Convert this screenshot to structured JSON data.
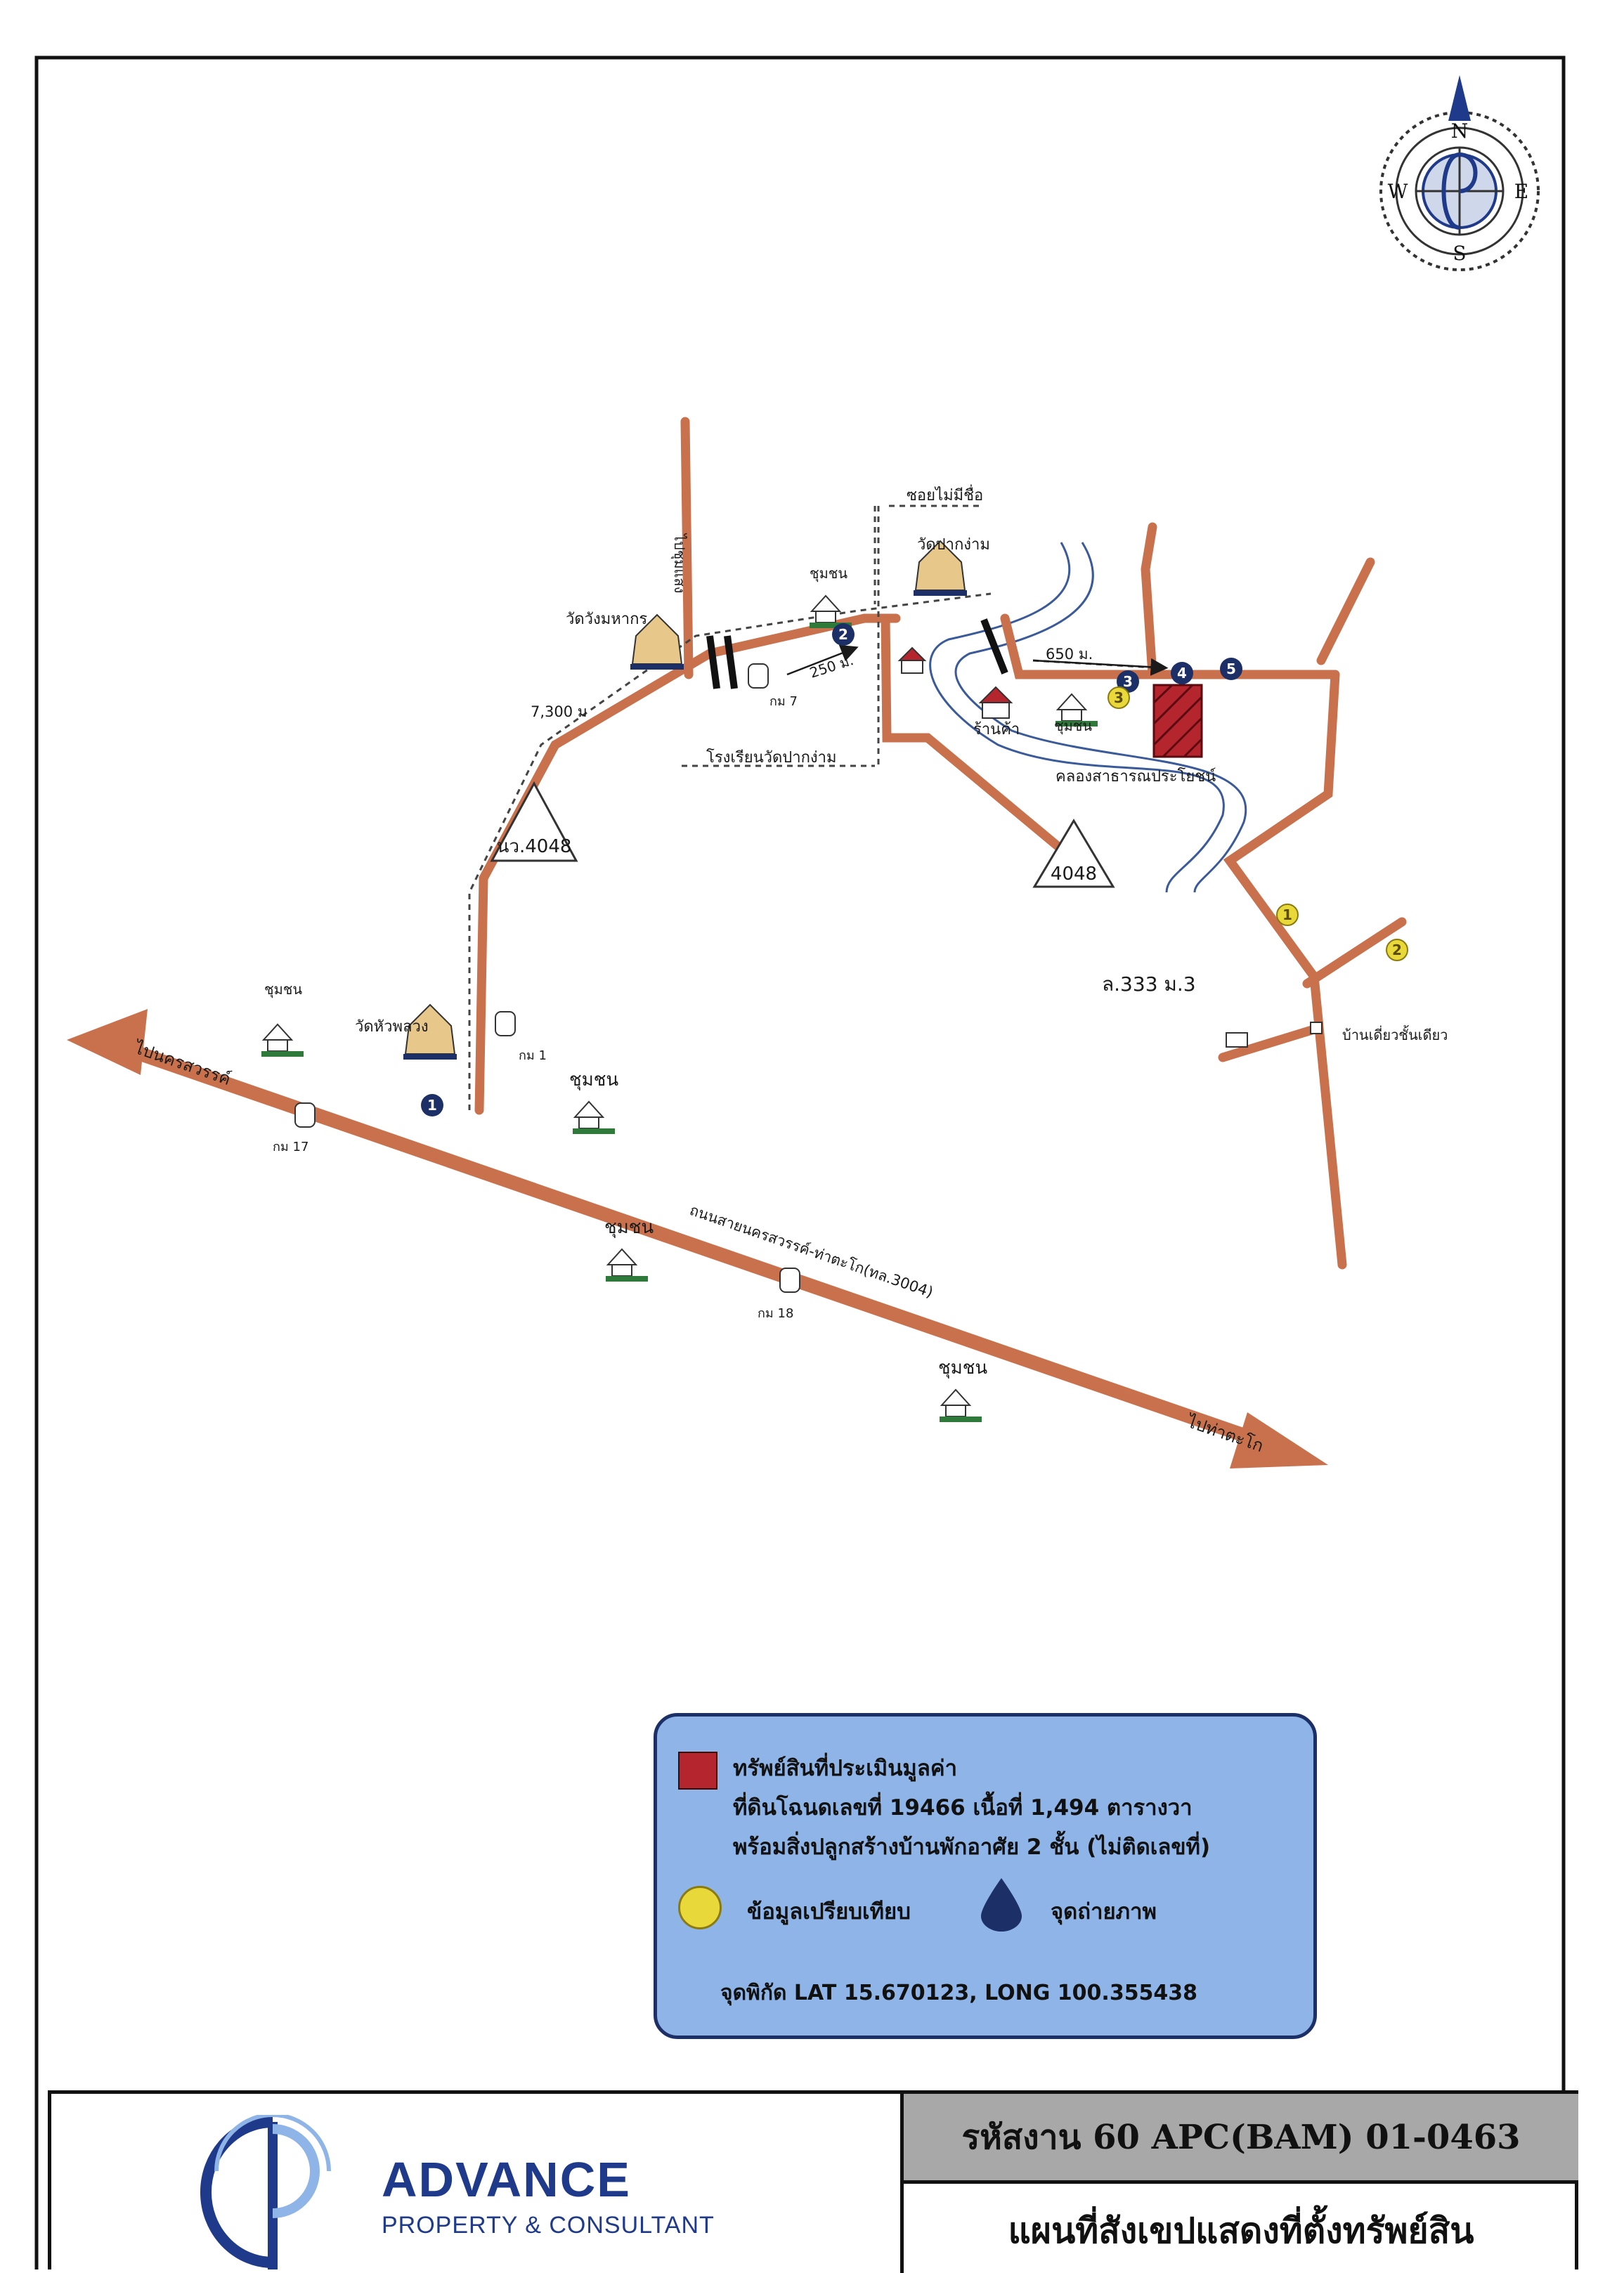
{
  "compass": {
    "n": "N",
    "s": "S",
    "e": "E",
    "w": "W"
  },
  "roads": {
    "to_nakhon_sawan": "ไปนครสวรรค์",
    "to_tha_tako": "ไปท่าตะโก",
    "highway_name": "ถนนสายนครสวรรค์-ท่าตะโก(ทล.3004)",
    "road_n": "ไปชุมแสง",
    "unnamed_soi": "ซอยไม่มีชื่อ",
    "route_4048_a": "นว.4048",
    "route_4048_b": "4048",
    "l333": "ล.333 ม.3",
    "canal": "คลองสาธารณประโยชน์"
  },
  "places": {
    "wat_hua_phlong": "วัดหัวพลวง",
    "wat_wang_maha": "วัดวังมหากร",
    "wat_pak_ngam": "วัดปากง่าม",
    "school": "โรงเรียนวัดปากง่าม",
    "shop": "ร้านค้า",
    "community": "ชุมชน",
    "one_story_house": "บ้านเดี่ยวชั้นเดียว"
  },
  "distances": {
    "d7300": "7,300 ม",
    "d250": "250 ม.",
    "d650": "650 ม."
  },
  "km_markers": {
    "km1": "กม 1",
    "km7": "กม 7",
    "km17": "กม 17",
    "km18": "กม 18"
  },
  "photo_points": [
    "1",
    "2",
    "3",
    "4",
    "5"
  ],
  "comparables": [
    "1",
    "2",
    "3"
  ],
  "legend": {
    "appraised_title": "ทรัพย์สินที่ประเมินมูลค่า",
    "deed_line": "ที่ดินโฉนดเลขที่ 19466  เนื้อที่ 1,494 ตารางวา",
    "building_line": "พร้อมสิ่งปลูกสร้างบ้านพักอาศัย 2 ชั้น  (ไม่ติดเลขที่)",
    "comparable_label": "ข้อมูลเปรียบเทียบ",
    "photo_label": "จุดถ่ายภาพ",
    "coords": "จุดพิกัด  LAT 15.670123,  LONG 100.355438"
  },
  "footer": {
    "brand_name": "ADVANCE",
    "brand_sub": "PROPERTY & CONSULTANT",
    "code": "รหัสงาน    60 APC(BAM) 01-0463",
    "plan_title": "แผนที่สังเขปแสดงที่ตั้งทรัพย์สิน"
  },
  "colors": {
    "road": "#c9714d",
    "subject": "#b5252e",
    "comparable": "#e8d83a",
    "photo_point": "#1c2f66",
    "canal": "#3a5a9a",
    "legend_bg": "#8fb4e8"
  }
}
